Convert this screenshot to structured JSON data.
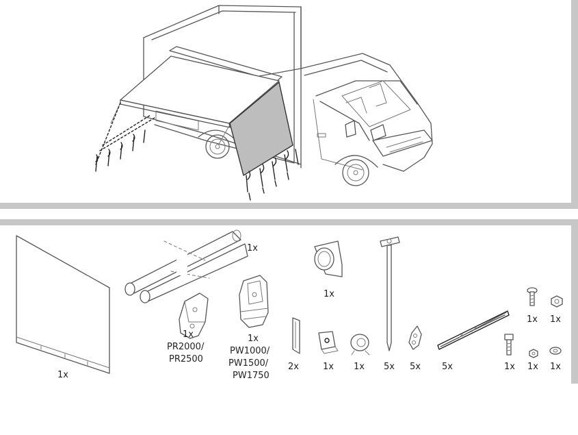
{
  "colors": {
    "frame": "#c7c7c7",
    "line": "#555555",
    "wall_fill": "#bdbdbd",
    "background": "#ffffff"
  },
  "parts": {
    "wall_panel": "1x",
    "poles": "1x",
    "bracket_pr": {
      "qty": "1x",
      "model_a": "PR2000/",
      "model_b": "PR2500"
    },
    "bracket_pw": {
      "qty": "1x",
      "model_a": "PW1000/",
      "model_b": "PW1500/",
      "model_c": "PW1750"
    },
    "clamp": "1x",
    "strip": "2x",
    "square_block": "1x",
    "round_knob": "1x",
    "peg": "5x",
    "tensioner": "5x",
    "rope": "5x",
    "short_screw": "1x",
    "nut_top": "1x",
    "long_bolt": "1x",
    "nut_small": "1x",
    "washer": "1x"
  }
}
